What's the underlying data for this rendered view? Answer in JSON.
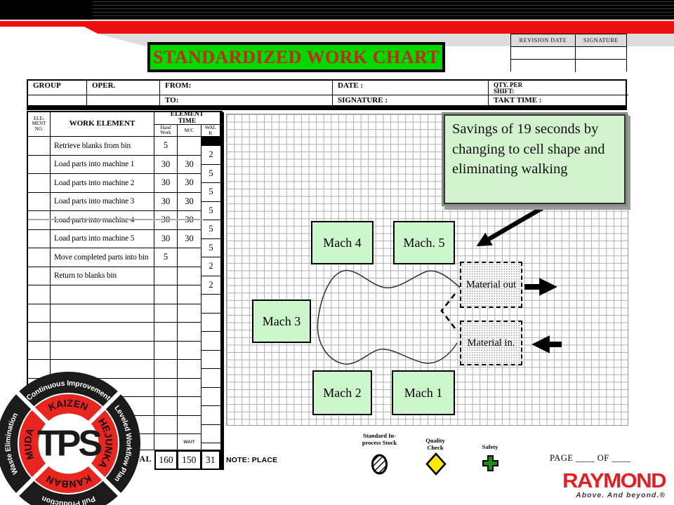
{
  "title": "STANDARDIZED WORK CHART",
  "revision_table": {
    "col_revision": "REVISION DATE",
    "col_signature": "SIGNATURE"
  },
  "info_header": {
    "group": "GROUP",
    "oper": "OPER.",
    "from": "FROM:",
    "date": "DATE :",
    "qty_per_shift": "QTY. PER\nSHIFT:",
    "to": "TO:",
    "signature": "SIGNATURE :",
    "takt_time": "TAKT TIME :"
  },
  "work_table": {
    "elem_no_header": "ELE-\nMENT\nNO.",
    "work_element_header": "WORK ELEMENT",
    "element_time_header": "ELEMENT\nTIME",
    "hand_work_header": "Hand\nWork",
    "mc_header": "M/C",
    "walk_header": "WAL\nK",
    "rows": [
      {
        "element": "Retrieve blanks from bin",
        "hand": "5",
        "mc": ""
      },
      {
        "element": "Load parts into machine 1",
        "hand": "30",
        "mc": "30"
      },
      {
        "element": "Load parts into machine 2",
        "hand": "30",
        "mc": "30"
      },
      {
        "element": "Load parts into machine 3",
        "hand": "30",
        "mc": "30"
      },
      {
        "element": "Load parts into machine 4",
        "hand": "30",
        "mc": "30"
      },
      {
        "element": "Load parts into machine 5",
        "hand": "30",
        "mc": "30"
      },
      {
        "element": "Move completed parts into bin",
        "hand": "5",
        "mc": ""
      },
      {
        "element": "Return to blanks bin",
        "hand": "",
        "mc": ""
      }
    ],
    "walk_values": [
      "2",
      "5",
      "5",
      "5",
      "5",
      "5",
      "2",
      "2"
    ],
    "empty_row_count": 8,
    "wait_label": "WAIT",
    "total_label": "TOTAL",
    "total_hand": "160",
    "total_mc": "150",
    "total_walk": "31"
  },
  "callout": {
    "text": "Savings of 19 seconds by changing to cell shape and eliminating walking"
  },
  "machines": [
    "Mach 4",
    "Mach. 5",
    "Mach 3",
    "Mach 2",
    "Mach 1"
  ],
  "material": {
    "out": "Material out",
    "in": "Material in."
  },
  "legend": {
    "stock": "Standard In-process Stock",
    "quality": "Quality Check",
    "safety": "Safety"
  },
  "note": "NOTE: PLACE",
  "page_label": "PAGE ____ OF ____",
  "brand": {
    "name": "RAYMOND",
    "tagline": "Above. And beyond.®"
  },
  "tps_logo": {
    "center": "TPS",
    "ring_outer": [
      "Continuous Improvement",
      "Leveled Workflow Plan",
      "Pull Production",
      "Waste Elimination"
    ],
    "ring_inner": [
      "KAIZEN",
      "HEJUNKA",
      "KANBAN",
      "MUDA"
    ]
  },
  "colors": {
    "title_bg": "#00d800",
    "title_text": "#c5281c",
    "stripe_red": "#ee0f0f",
    "machine_bg": "#ccf6cb",
    "callout_bg": "#d3f3cf",
    "brand_red": "#e31e24",
    "quality_yellow": "#ffe800",
    "safety_green": "#1d8c1d",
    "tps_red": "#e8251f"
  }
}
